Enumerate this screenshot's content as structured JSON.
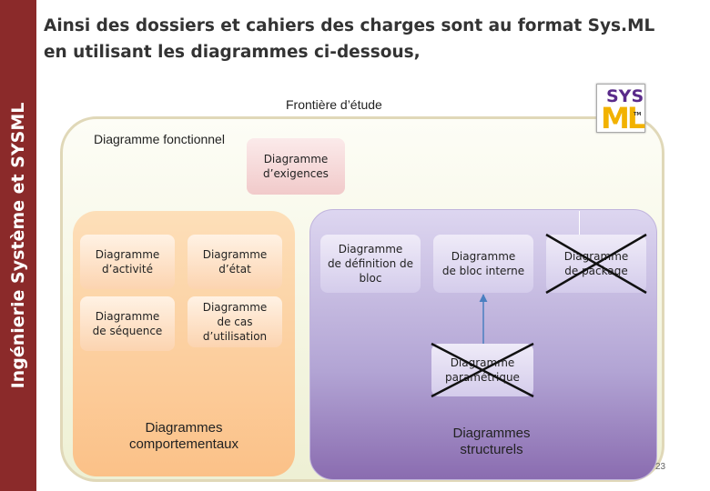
{
  "sidebar": {
    "title": "Ingénierie Système et SYSML"
  },
  "header": {
    "title": "Ainsi des dossiers et cahiers des charges sont au format Sys.ML en utilisant les diagrammes ci-dessous,"
  },
  "logo": {
    "top": "SYS",
    "bottom": "ML",
    "tm": "TM"
  },
  "frontier": {
    "label": "Frontière d’étude"
  },
  "functional": {
    "label": "Diagramme fonctionnel"
  },
  "requirements": {
    "label": "Diagramme\nd’exigences"
  },
  "behavioral": {
    "label": "Diagrammes\ncomportementaux",
    "items": [
      {
        "label": "Diagramme\nd’activité"
      },
      {
        "label": "Diagramme\nd’état"
      },
      {
        "label": "Diagramme\nde séquence"
      },
      {
        "label": "Diagramme\nde cas\nd’utilisation"
      }
    ]
  },
  "structural": {
    "label": "Diagrammes\nstructurels",
    "items": [
      {
        "label": "Diagramme\nde définition de\nbloc",
        "crossed": false
      },
      {
        "label": "Diagramme\nde bloc interne",
        "crossed": false
      },
      {
        "label": "Diagramme\nde package",
        "crossed": true
      },
      {
        "label": "Diagramme\nparamétrique",
        "crossed": true
      }
    ]
  },
  "page": {
    "number": "23"
  }
}
